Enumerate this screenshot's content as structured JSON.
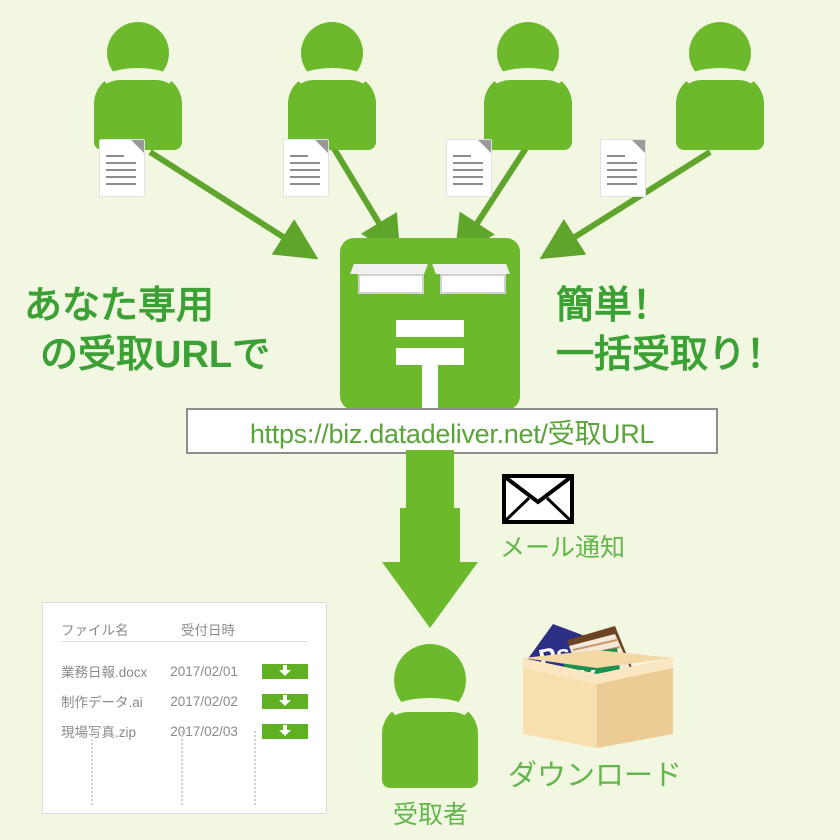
{
  "page": {
    "title": "データ受取サービス図解",
    "background_color": "#f2f7e2",
    "brand_green": "#6cb92c",
    "headline_green": "#3ba135",
    "caption_green": "#62b64a"
  },
  "headlines": {
    "left_line1": "あなた専用",
    "left_line2": "の受取URLで",
    "right_line1": "簡単！",
    "right_line2": "一括受取り！"
  },
  "url_bar": {
    "value": "https://biz.datadeliver.net/受取URL",
    "placeholder": "https://biz.datadeliver.net/受取URL"
  },
  "senders": [
    {
      "label": "送信者1",
      "doc": "書類1"
    },
    {
      "label": "送信者2",
      "doc": "書類2"
    },
    {
      "label": "送信者3",
      "doc": "書類3"
    },
    {
      "label": "送信者4",
      "doc": "書類4"
    }
  ],
  "mailbox": {
    "icon": "postal-mailbox-icon",
    "symbol": "〒"
  },
  "notification": {
    "icon": "envelope-icon",
    "label": "メール通知"
  },
  "recipient": {
    "icon": "person-icon",
    "label": "受取者"
  },
  "download": {
    "icon": "open-box-icon",
    "label": "ダウンロード",
    "files_in_box": [
      "Ps",
      "X",
      "document"
    ]
  },
  "file_table": {
    "columns": [
      "ファイル名",
      "受付日時",
      ""
    ],
    "rows": [
      {
        "name": "業務日報.docx",
        "date": "2017/02/01",
        "action": "download-arrow"
      },
      {
        "name": "制作データ.ai",
        "date": "2017/02/02",
        "action": "download-arrow"
      },
      {
        "name": "現場写真.zip",
        "date": "2017/02/03",
        "action": "download-arrow"
      }
    ],
    "continuation": "⋮"
  }
}
